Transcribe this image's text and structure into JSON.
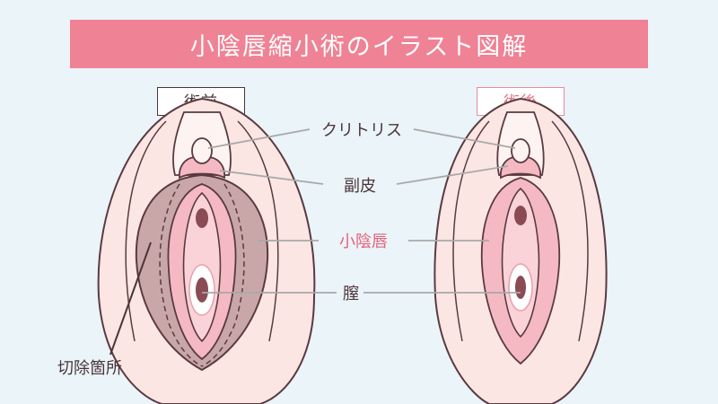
{
  "title": "小陰唇縮小術のイラスト図解",
  "tags": {
    "before": "術前",
    "after": "術後"
  },
  "labels": {
    "clitoris": "クリトリス",
    "hood": "副皮",
    "labia_minora": "小陰唇",
    "vagina": "膣",
    "excision": "切除箇所"
  },
  "colors": {
    "title_bg": "#ef8294",
    "background": "#eaf4f9",
    "skin": "#fbe6e3",
    "outline": "#5a3a40",
    "excision_fill": "#c9a7a8",
    "labia_pink": "#f5b9c3",
    "accent_label": "#e8617a",
    "leader_line": "#a9a9a9"
  }
}
